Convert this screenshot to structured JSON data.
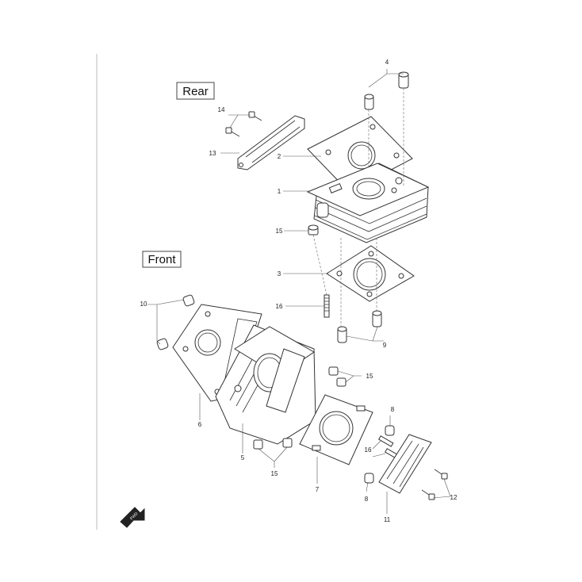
{
  "section_labels": {
    "rear": "Rear",
    "front": "Front"
  },
  "fwd_marker": "FWD",
  "callouts": {
    "rear_4": "4",
    "rear_14": "14",
    "rear_13": "13",
    "rear_2": "2",
    "rear_1": "1",
    "rear_15": "15",
    "rear_3": "3",
    "rear_16": "16",
    "rear_9": "9",
    "front_10": "10",
    "front_15": "15",
    "front_8_top": "8",
    "front_6": "6",
    "front_5": "5",
    "front_16": "16",
    "front_15_bottom": "15",
    "front_7": "7",
    "front_8_bottom": "8",
    "front_12": "12",
    "front_11": "11"
  }
}
